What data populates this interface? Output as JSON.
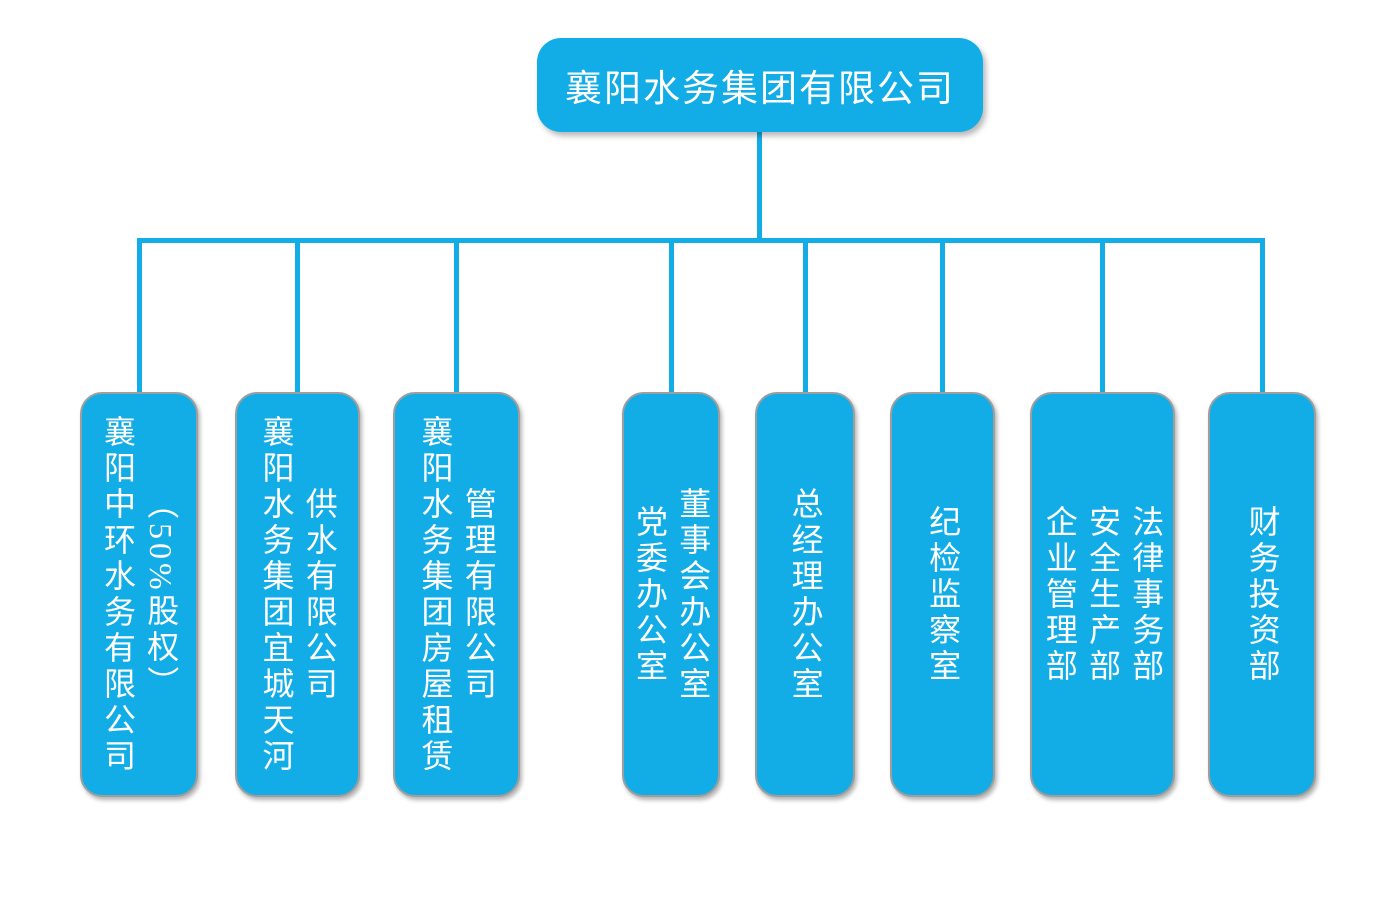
{
  "org_chart": {
    "type": "org-tree",
    "root": {
      "label": "襄阳水务集团有限公司"
    },
    "children": [
      {
        "lines": [
          "襄阳中环水务有限公司",
          "（50%股权）"
        ]
      },
      {
        "lines": [
          "襄阳水务集团宜城天河",
          "供水有限公司"
        ]
      },
      {
        "lines": [
          "襄阳水务集团房屋租赁",
          "管理有限公司"
        ]
      },
      {
        "lines": [
          "党委办公室",
          "董事会办公室"
        ]
      },
      {
        "lines": [
          "总经理办公室"
        ]
      },
      {
        "lines": [
          "纪检监察室"
        ]
      },
      {
        "lines": [
          "企业管理部",
          "安全生产部",
          "法律事务部"
        ]
      },
      {
        "lines": [
          "财务投资部"
        ]
      }
    ],
    "colors": {
      "node_fill": "#12ACE6",
      "node_text": "#FFFFFF",
      "connector": "#12ACE6",
      "child_border": "#9E9E9E",
      "background": "#FFFFFF"
    }
  }
}
